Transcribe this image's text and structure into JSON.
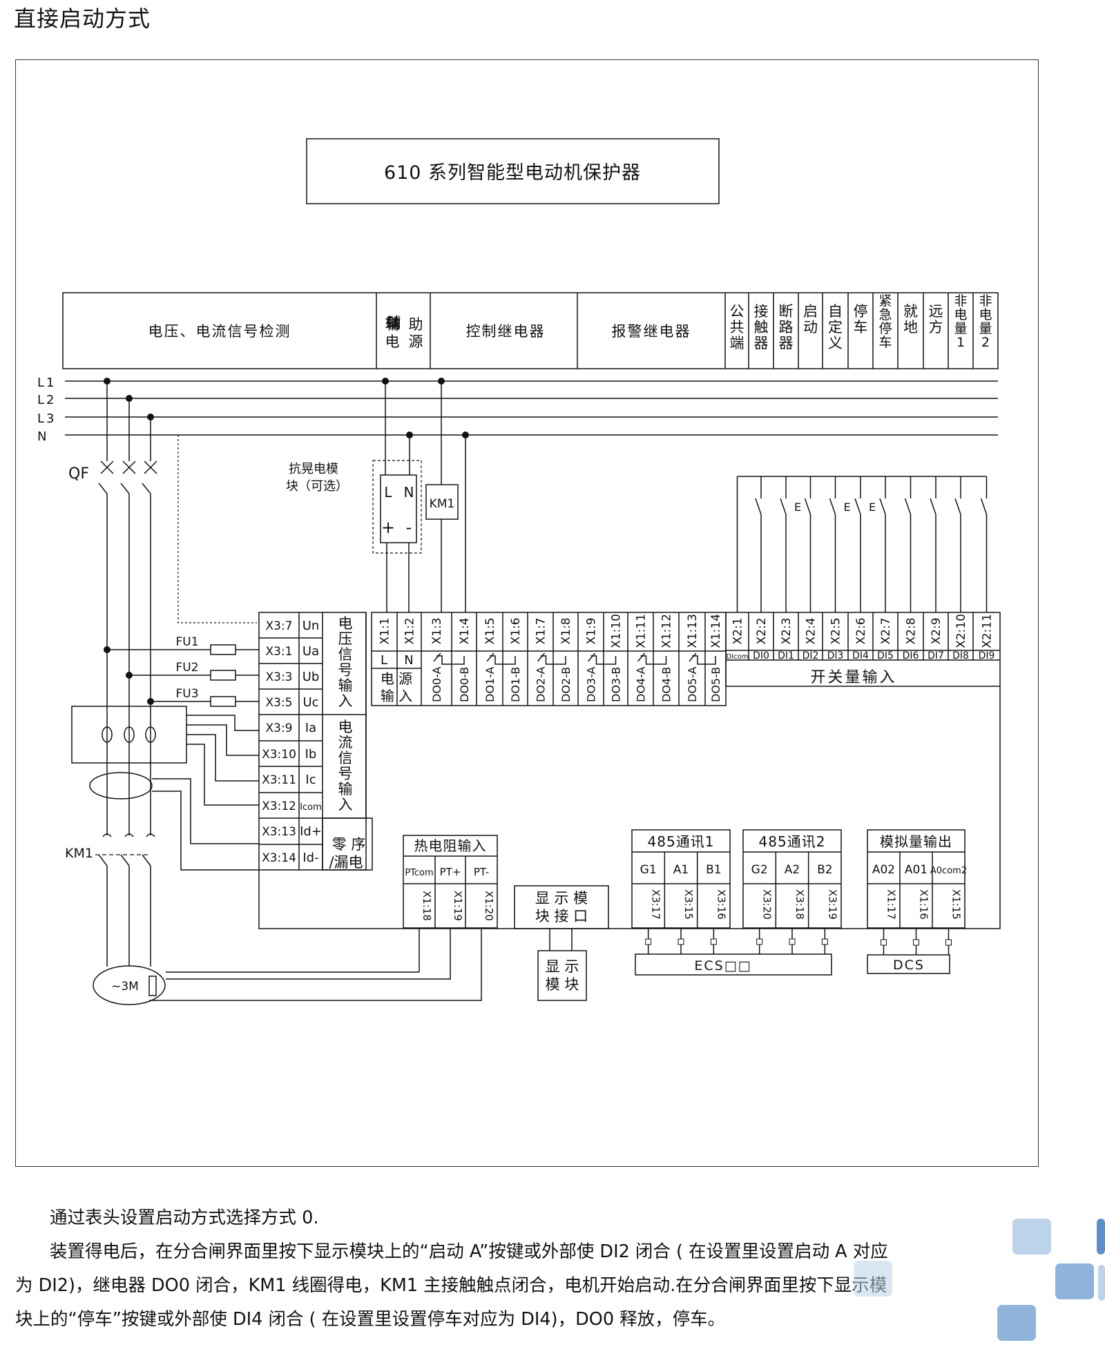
{
  "page": {
    "title": "直接启动方式"
  },
  "diagram": {
    "device_title": "610 系列智能型电动机保护器",
    "header_sections": [
      "电压、电流信号检测",
      "辅 助\n电 源",
      "控制继电器",
      "报警继电器"
    ],
    "header_di_labels": [
      "公\n共\n端",
      "接\n触\n器",
      "断\n路\n器",
      "启\n动",
      "自\n定\n义",
      "停\n车",
      "紧\n急\n停\n车",
      "就\n地",
      "远\n方",
      "非\n电\n量\n1",
      "非\n电\n量\n2"
    ],
    "lines": [
      "L1",
      "L2",
      "L3",
      "N"
    ],
    "qf_label": "QF",
    "km1_label": "KM1",
    "surge_module_label": [
      "抗晃电模",
      "块（可选）"
    ],
    "surge_module_terms": [
      "L",
      "N",
      "+",
      "-"
    ],
    "km1_coil_label": "KM1",
    "fuse_labels": [
      "FU1",
      "FU2",
      "FU3"
    ],
    "motor_label": "~3M",
    "x3_left": [
      {
        "term": "X3:7",
        "sig": "Un"
      },
      {
        "term": "X3:1",
        "sig": "Ua"
      },
      {
        "term": "X3:3",
        "sig": "Ub"
      },
      {
        "term": "X3:5",
        "sig": "Uc"
      },
      {
        "term": "X3:9",
        "sig": "Ia"
      },
      {
        "term": "X3:10",
        "sig": "Ib"
      },
      {
        "term": "X3:11",
        "sig": "Ic"
      },
      {
        "term": "X3:12",
        "sig": "Icom"
      },
      {
        "term": "X3:13",
        "sig": "Id+"
      },
      {
        "term": "X3:14",
        "sig": "Id-"
      }
    ],
    "voltage_input_label": "电\n压\n信\n号\n输\n入",
    "current_input_label": "电\n流\n信\n号\n输\n入",
    "zero_seq_label": [
      "零 序",
      "/漏电"
    ],
    "x1_terms": [
      "X1:1",
      "X1:2",
      "X1:3",
      "X1:4",
      "X1:5",
      "X1:6",
      "X1:7",
      "X1:8",
      "X1:9",
      "X1:10",
      "X1:11",
      "X1:12",
      "X1:13",
      "X1:14"
    ],
    "power_terms": [
      "L",
      "N"
    ],
    "power_input_label": [
      "电 源",
      "输 入"
    ],
    "do_labels": [
      "DO0-A",
      "DO0-B",
      "DO1-A",
      "DO1-B",
      "DO2-A",
      "DO2-B",
      "DO3-A",
      "DO3-B",
      "DO4-A",
      "DO4-B",
      "DO5-A",
      "DO5-B"
    ],
    "x2_terms": [
      "X2:1",
      "X2:2",
      "X2:3",
      "X2:4",
      "X2:5",
      "X2:6",
      "X2:7",
      "X2:8",
      "X2:9",
      "X2:10",
      "X2:11"
    ],
    "di_signals": [
      "DIcom",
      "DI0",
      "DI1",
      "DI2",
      "DI3",
      "DI4",
      "DI5",
      "DI6",
      "DI7",
      "DI8",
      "DI9"
    ],
    "switch_input_label": "开关量输入",
    "switch_e_marks": [
      "E",
      "E",
      "E"
    ],
    "rtd": {
      "title": "热电阻输入",
      "signals": [
        "PTcom",
        "PT+",
        "PT-"
      ],
      "terms": [
        "X1:18",
        "X1:19",
        "X1:20"
      ]
    },
    "display_port_label": [
      "显 示 模",
      "块 接 口"
    ],
    "display_module_label": [
      "显 示",
      "模 块"
    ],
    "comm1": {
      "title": "485通讯1",
      "signals": [
        "G1",
        "A1",
        "B1"
      ],
      "terms": [
        "X3:17",
        "X3:15",
        "X3:16"
      ]
    },
    "comm2": {
      "title": "485通讯2",
      "signals": [
        "G2",
        "A2",
        "B2"
      ],
      "terms": [
        "X3:20",
        "X3:18",
        "X3:19"
      ]
    },
    "analog": {
      "title": "模拟量输出",
      "signals": [
        "A02",
        "A01",
        "A0com2"
      ],
      "terms": [
        "X1:17",
        "X1:16",
        "X1:15"
      ]
    },
    "ecs_label": "ECS□□",
    "dcs_label": "DCS"
  },
  "body": {
    "p1": "通过表头设置启动方式选择方式 0.",
    "p2_line1": "装置得电后，在分合闸界面里按下显示模块上的“启动 A”按键或外部使 DI2 闭合 ( 在设置里设置启动 A 对应",
    "p2_line2": "为 DI2)，继电器 DO0 闭合，KM1 线圈得电，KM1 主接触触点闭合，电机开始启动.在分合闸界面里按下显示模",
    "p2_line3": "块上的“停车”按键或外部使 DI4 闭合 ( 在设置里设置停车对应为 DI4)，DO0 释放，停车。"
  },
  "colors": {
    "line": "#111111",
    "frame": "#333333",
    "deco_light": "#bcd3ea",
    "deco_mid": "#8fb4dc",
    "deco_dark": "#5d8fcb"
  }
}
